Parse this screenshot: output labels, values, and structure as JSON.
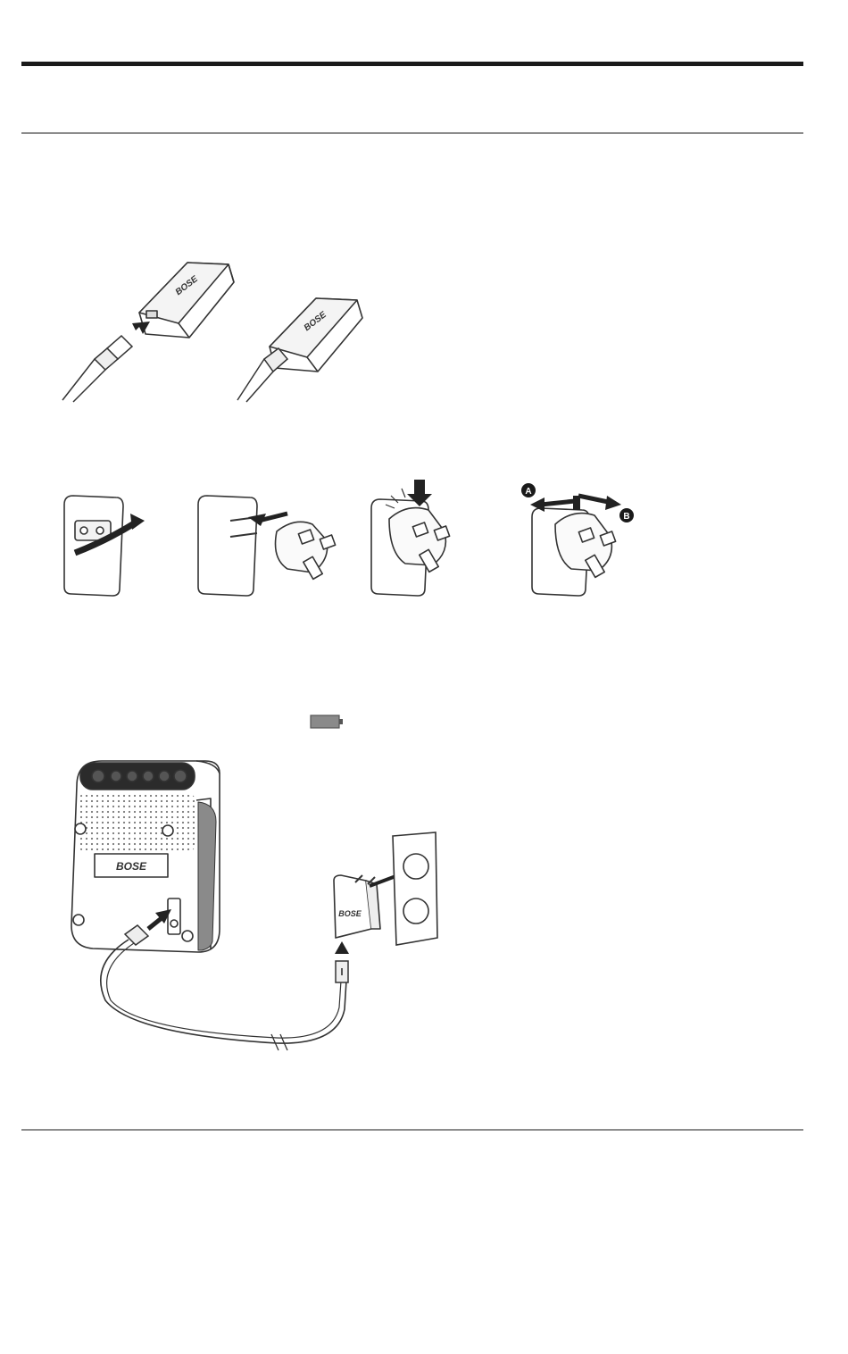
{
  "brand_logo": "BOSE",
  "figure_labels": {
    "a": "A",
    "b": "B"
  },
  "icons": {
    "battery": "battery-indicator-icon",
    "arrow": "insert-direction-arrow-icon",
    "outlet": "wall-outlet-icon"
  },
  "colors": {
    "line": "#333333",
    "rule": "#8c8c8c",
    "battery_fill": "#8a8a8a",
    "speaker_grille": "#2b2b2b"
  }
}
